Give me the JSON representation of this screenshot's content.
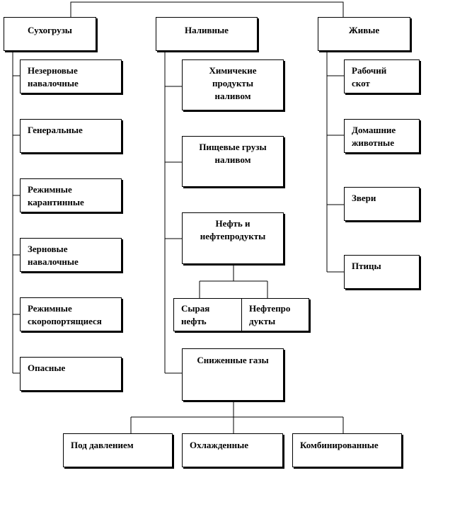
{
  "diagram": {
    "categories": {
      "dry": "Сухогрузы",
      "liquid": "Наливные",
      "live": "Живые"
    },
    "dry_items": [
      "Незерновые\nнавалочные",
      "Генеральные",
      "Режимные\nкарантинные",
      "Зерновые\nнавалочные",
      "Режимные\nскоропортящиеся",
      "Опасные"
    ],
    "liquid_items": {
      "chemical": "Химичекие\nпродукты\nналивом",
      "food": "Пищевые грузы\nналивом",
      "oil": "Нефть и\nнефтепродукты",
      "crude": "Сырая\nнефть",
      "products": "Нефтепро\nдукты",
      "gases": "Сниженные газы"
    },
    "live_items": [
      "Рабочий\nскот",
      "Домашние\nживотные",
      "Звери",
      "Птицы"
    ],
    "gas_types": [
      "Под давлением",
      "Охлажденные",
      "Комбинированные"
    ]
  }
}
